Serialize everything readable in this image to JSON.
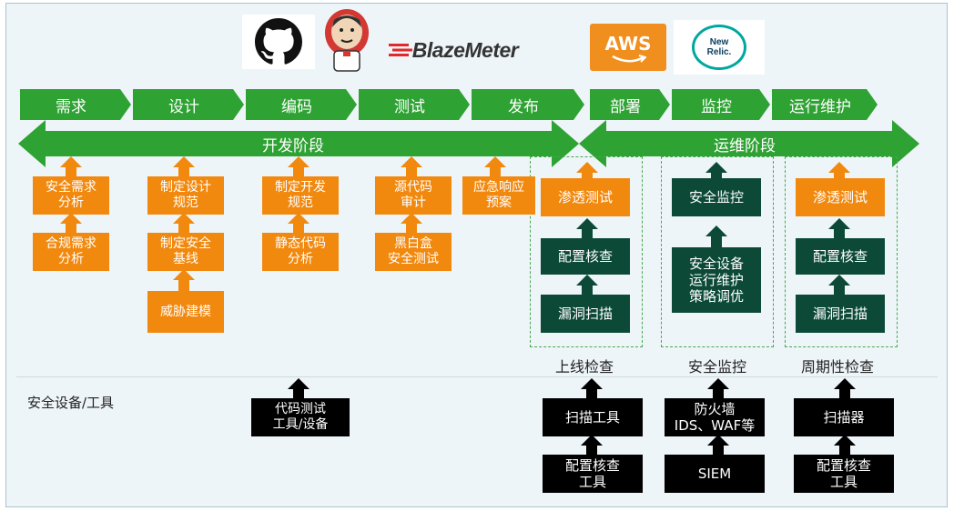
{
  "stages": [
    "需求",
    "设计",
    "编码",
    "测试",
    "发布",
    "部署",
    "监控",
    "运行维护"
  ],
  "phases": {
    "dev": "开发阶段",
    "ops": "运维阶段"
  },
  "logos": {
    "blazemeter": "BlazeMeter",
    "aws": "AWS",
    "newrelic_line1": "New",
    "newrelic_line2": "Relic."
  },
  "activities": {
    "req1": "安全需求\n分析",
    "req2": "合规需求\n分析",
    "des1": "制定设计\n规范",
    "des2": "制定安全\n基线",
    "des3": "威胁建模",
    "code1": "制定开发\n规范",
    "code2": "静态代码\n分析",
    "test1": "源代码\n审计",
    "test2": "黑白盒\n安全测试",
    "rel1": "应急响应\n预案",
    "dep1": "渗透测试",
    "dep2": "配置核查",
    "dep3": "漏洞扫描",
    "mon1": "安全监控",
    "mon2": "安全设备\n运行维护\n策略调优",
    "ops1": "渗透测试",
    "ops2": "配置核查",
    "ops3": "漏洞扫描"
  },
  "groups": {
    "online": "上线检查",
    "monitor": "安全监控",
    "periodic": "周期性检查"
  },
  "tools_label": "安全设备/工具",
  "tools": {
    "code": "代码测试\n工具/设备",
    "scan_tool": "扫描工具",
    "config_tool1": "配置核查\n工具",
    "firewall": "防火墙\nIDS、WAF等",
    "siem": "SIEM",
    "scanner": "扫描器",
    "config_tool2": "配置核查\n工具"
  },
  "colors": {
    "stage_green": "#2ea233",
    "activity_orange": "#f2890f",
    "monitor_dark_green": "#0c4a37",
    "tool_black": "#000000"
  },
  "icons": [
    "github-icon",
    "jenkins-icon",
    "blazemeter-logo",
    "aws-logo",
    "newrelic-logo"
  ]
}
